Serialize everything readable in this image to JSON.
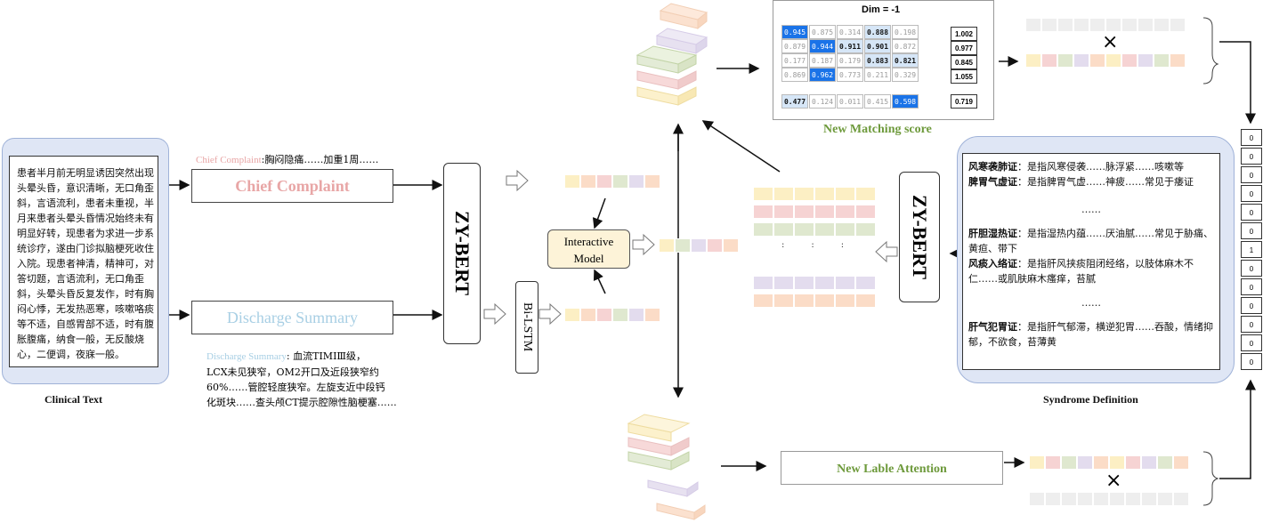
{
  "clinical_text": {
    "caption": "Clinical Text",
    "body": "患者半月前无明显诱因突然出现头晕头昏，意识清晰，无口角歪斜，言语流利，患者未重视，半月来患者头晕头昏情况始终未有明显好转，现患者为求进一步系统诊疗，遂由门诊拟脑梗死收住入院。现患者神清，精神可，对答切题，言语流利，无口角歪斜，头晕头昏反复发作，时有胸闷心悸，无发热恶寒，咳嗽咯痰等不适，自感胃部不适，时有腹胀腹痛，纳食一般，无反酸烧心，二便调，夜寐一般。"
  },
  "chief_complaint": {
    "box_label": "Chief Complaint",
    "tag": "Chief Complaint",
    "snippet": ":胸闷隐痛……加重1周……"
  },
  "discharge_summary": {
    "box_label": "Discharge Summary",
    "tag": "Discharge Summary",
    "snippet_1": ": 血流TIMIⅢ级，",
    "snippet_2": "LCX未见狭窄，OM2开口及近段狭窄约",
    "snippet_3": "60%……管腔轻度狭窄。左旋支近中段钙",
    "snippet_4": "化斑块……查头颅CT提示腔隙性脑梗塞……"
  },
  "zy_bert_left": "ZY-BERT",
  "zy_bert_right": "ZY-BERT",
  "bilstm": "Bi-LSTM",
  "interactive_model": {
    "line1": "Interactive",
    "line2": "Model"
  },
  "matching": {
    "dim_label": "Dim = -1",
    "caption": "New Matching score",
    "matrix": [
      [
        "0.945",
        "0.875",
        "0.314",
        "0.888",
        "0.198"
      ],
      [
        "0.879",
        "0.944",
        "0.911",
        "0.901",
        "0.872"
      ],
      [
        "0.177",
        "0.187",
        "0.179",
        "0.883",
        "0.821"
      ],
      [
        "0.869",
        "0.962",
        "0.773",
        "0.211",
        "0.329"
      ]
    ],
    "row_scores": [
      "1.002",
      "0.977",
      "0.845",
      "1.055"
    ],
    "bottom_row": [
      "0.477",
      "0.124",
      "0.011",
      "0.415",
      "0.598"
    ],
    "bottom_score": "0.719"
  },
  "label_attention": "New Lable Attention",
  "syndrome": {
    "caption": "Syndrome Definition",
    "entries": [
      {
        "term": "风寒袭肺证",
        "def": "：是指风寒侵袭……脉浮紧……咳嗽等"
      },
      {
        "term": "脾胃气虚证",
        "def": "：是指脾胃气虚……神疲……常见于痿证"
      },
      {
        "term": "肝胆湿热证",
        "def": "：是指湿热内蕴……厌油腻……常见于胁痛、黄疸、带下"
      },
      {
        "term": "风痰入络证",
        "def": "：是指肝风挟痰阻闭经络，以肢体麻木不仁……或肌肤麻木瘙痒，苔腻"
      },
      {
        "term": "肝气犯胃证",
        "def": "：是指肝气郁滞，横逆犯胃……吞酸，情绪抑郁，不欲食，苔薄黄"
      }
    ],
    "ellipsis": "……"
  },
  "multiply_sign": "×",
  "output_vector": [
    "0",
    "0",
    "0",
    "0",
    "0",
    "0",
    "1",
    "0",
    "0",
    "0",
    "0",
    "0",
    "0"
  ],
  "colors": {
    "peach": "#fbdcc7",
    "pink": "#f6d3d3",
    "green": "#dfe8cf",
    "lavender": "#e3dcee",
    "yellow": "#fcefc4",
    "highlight": "#1a73e8",
    "accent_green": "#6e9a3c"
  }
}
